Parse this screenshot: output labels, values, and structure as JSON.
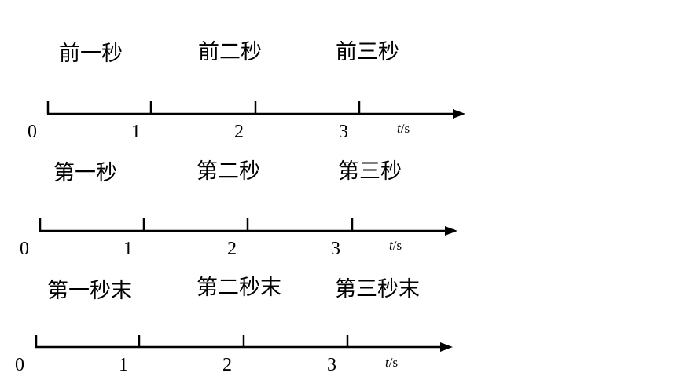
{
  "axes": [
    {
      "labels": [
        "前一秒",
        "前二秒",
        "前三秒"
      ],
      "origin": "0",
      "ticks": [
        "1",
        "2",
        "3"
      ],
      "unit_var": "t",
      "unit_rest": "/s"
    },
    {
      "labels": [
        "第一秒",
        "第二秒",
        "第三秒"
      ],
      "origin": "0",
      "ticks": [
        "1",
        "2",
        "3"
      ],
      "unit_var": "t",
      "unit_rest": "/s"
    },
    {
      "labels": [
        "第一秒末",
        "第二秒末",
        "第三秒末"
      ],
      "origin": "0",
      "ticks": [
        "1",
        "2",
        "3"
      ],
      "unit_var": "t",
      "unit_rest": "/s"
    }
  ]
}
